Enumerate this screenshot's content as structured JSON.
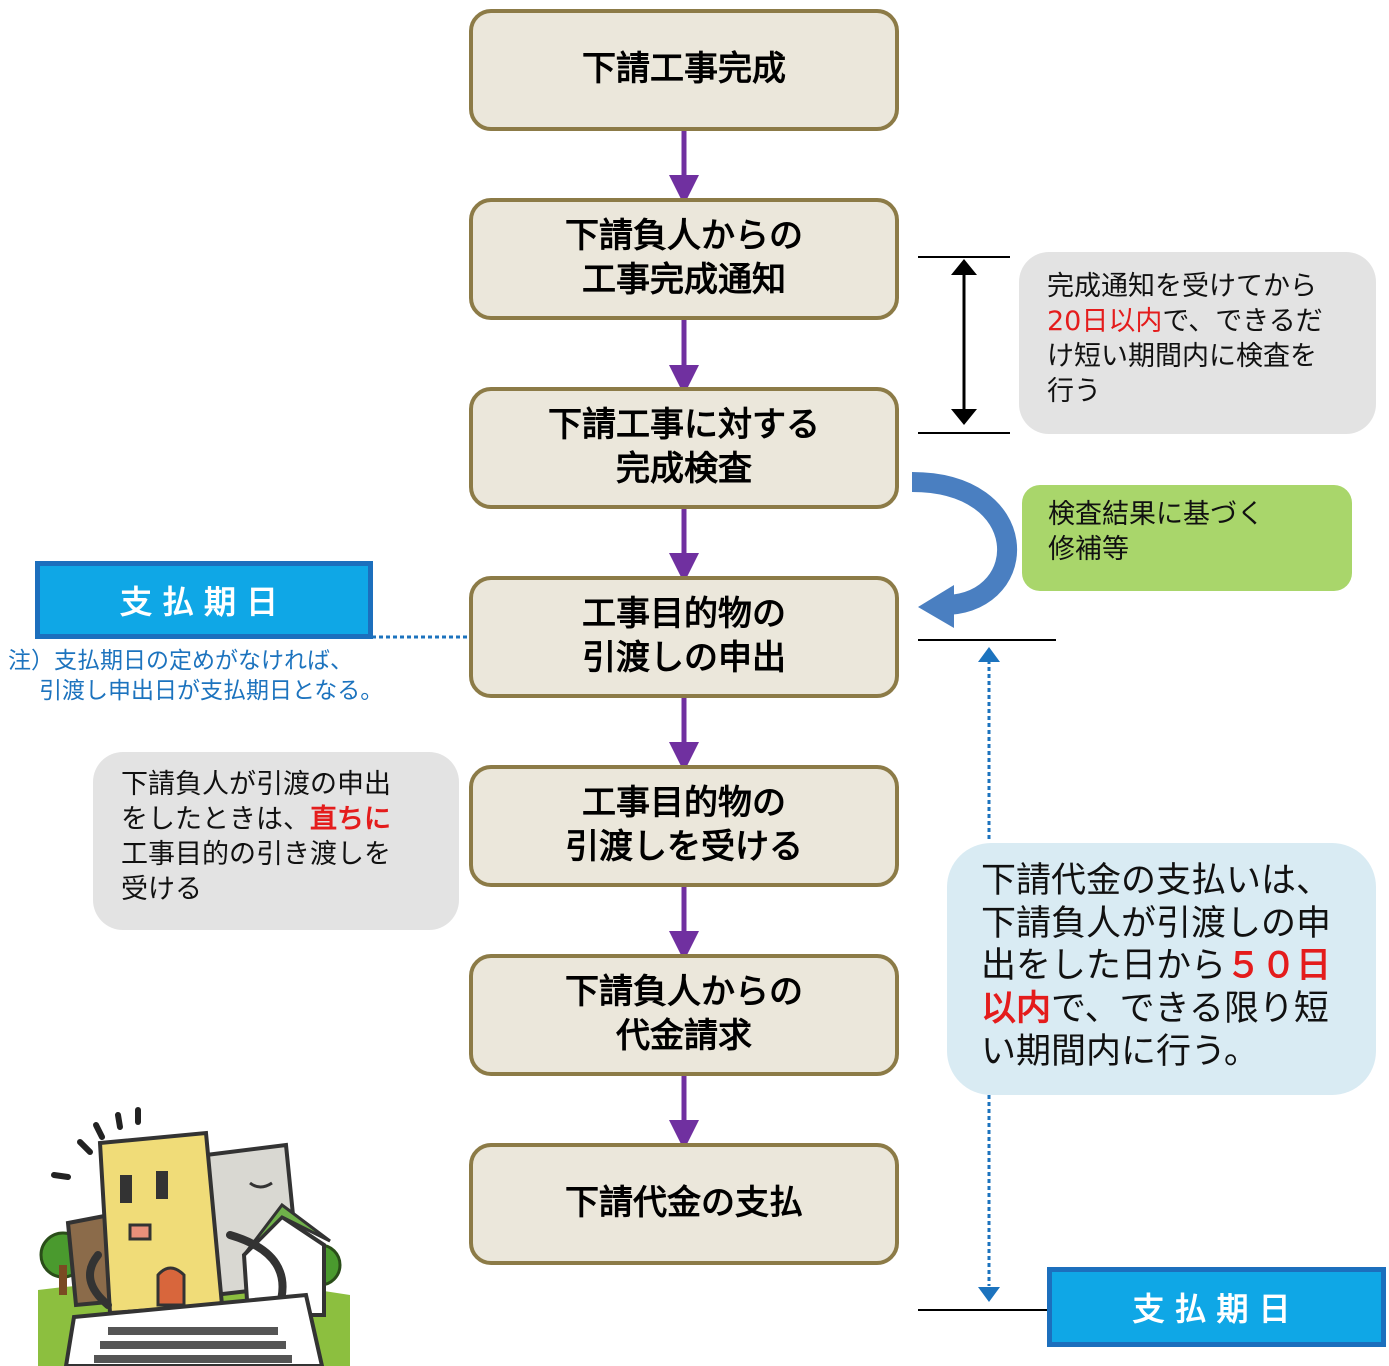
{
  "steps": [
    {
      "line1": "下請工事完成",
      "line2": ""
    },
    {
      "line1": "下請負人からの",
      "line2": "工事完成通知"
    },
    {
      "line1": "下請工事に対する",
      "line2": "完成検査"
    },
    {
      "line1": "工事目的物の",
      "line2": "引渡しの申出"
    },
    {
      "line1": "工事目的物の",
      "line2": "引渡しを受ける"
    },
    {
      "line1": "下請負人からの",
      "line2": "代金請求"
    },
    {
      "line1": "下請代金の支払",
      "line2": ""
    }
  ],
  "inspection_note": {
    "line1": "完成通知を受けてから",
    "line2_highlight": "20日以内",
    "line2_rest": "で、できるだ",
    "line3": "け短い期間内に検査を",
    "line4": "行う"
  },
  "repair_note": {
    "line1": "検査結果に基づく",
    "line2": "修補等"
  },
  "payment_date_label": "支払期日",
  "payment_date_footnote": {
    "line1": "注）支払期日の定めがなければ、",
    "line2": "引渡し申出日が支払期日となる。"
  },
  "delivery_note": {
    "line1": "下請負人が引渡の申出",
    "line2_prefix": "をしたときは、",
    "line2_highlight": "直ちに",
    "line3": "工事目的の引き渡しを",
    "line4": "受ける"
  },
  "payment_note": {
    "line1": "下請代金の支払いは、",
    "line2": "下請負人が引渡しの申",
    "line3_prefix": "出をした日から",
    "line3_highlight": "５０日",
    "line4_highlight": "以内",
    "line4_rest": "で、できる限り短",
    "line5": "い期間内に行う。"
  },
  "colors": {
    "step_fill": "#ebe7db",
    "step_border": "#8c7b47",
    "flow_arrow": "#7030a0",
    "repair_arrow": "#4a7fc1",
    "paydate_fill": "#0fa7e6",
    "paydate_border": "#1c6fbd",
    "highlight": "#e41c1c",
    "footnote": "#1c73be"
  }
}
